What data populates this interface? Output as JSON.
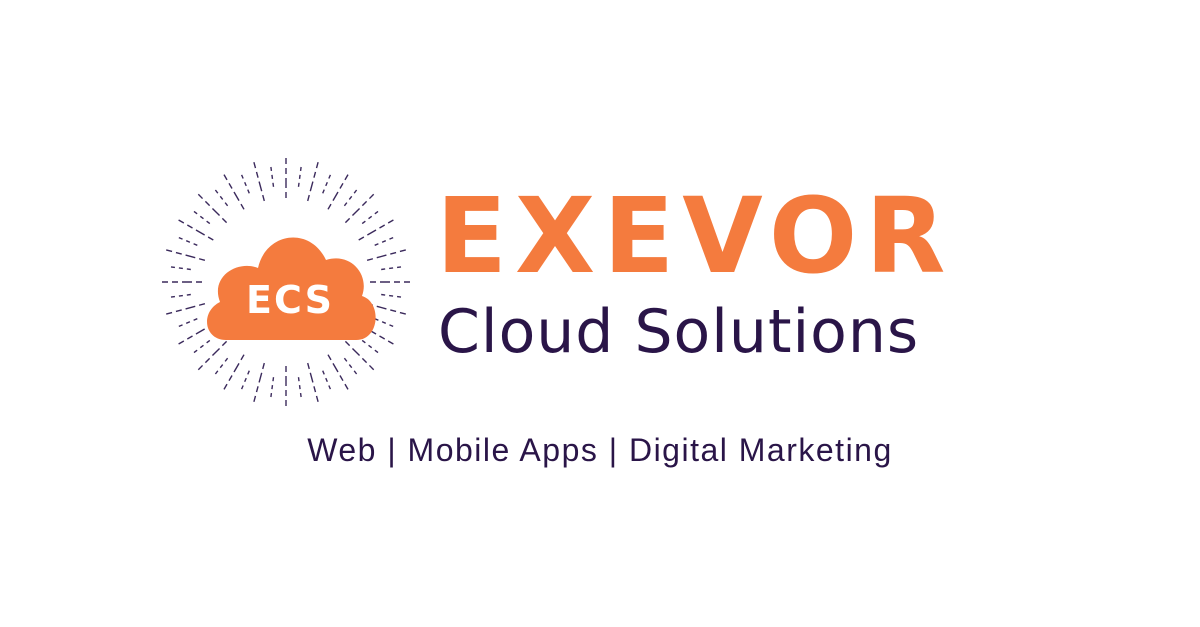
{
  "logo": {
    "badge_text": "ECS",
    "brand_name": "EXEVOR",
    "tagline": "Cloud Solutions",
    "icon": "cloud-sunburst-icon",
    "colors": {
      "accent": "#f47b3e",
      "dark": "#2a1548"
    }
  },
  "services_line": "Web | Mobile Apps | Digital Marketing"
}
